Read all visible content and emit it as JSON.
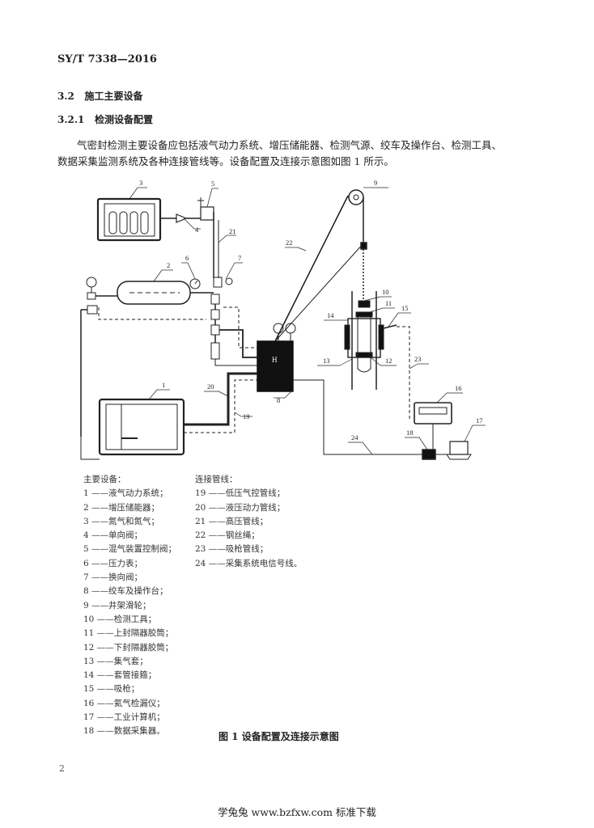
{
  "header": {
    "code": "SY/T 7338—2016"
  },
  "section": {
    "number": "3.2",
    "title": "施工主要设备"
  },
  "subsection": {
    "number": "3.2.1",
    "title": "检测设备配置"
  },
  "paragraph": {
    "line1": "气密封检测主要设备应包括液气动力系统、增压储能器、检测气源、绞车及操作台、检测工具、",
    "line2": "数据采集监测系统及各种连接管线等。设备配置及连接示意图如图 1 所示。"
  },
  "figure": {
    "callouts": [
      "1",
      "2",
      "3",
      "4",
      "5",
      "6",
      "7",
      "8",
      "9",
      "10",
      "11",
      "12",
      "13",
      "14",
      "15",
      "16",
      "17",
      "18",
      "19",
      "20",
      "21",
      "22",
      "23",
      "24"
    ],
    "panel_label": "H",
    "caption": "图 1   设备配置及连接示意图"
  },
  "legend_equipment": {
    "title": "主要设备：",
    "items": [
      "1 ——液气动力系统；",
      "2 ——增压储能器；",
      "3 ——氮气和氮气；",
      "4 ——单向阀；",
      "5 ——混气装置控制阀；",
      "6 ——压力表；",
      "7 ——换向阀；",
      "8 ——绞车及操作台；",
      "9 ——井架滑轮；",
      "10 ——检测工具；",
      "11 ——上封隔器胶筒；",
      "12 ——下封隔器胶筒；",
      "13 ——集气套；",
      "14 ——套管接箍；",
      "15 ——吸枪；",
      "16 ——氦气检漏仪；",
      "17 ——工业计算机；",
      "18 ——数据采集器。"
    ]
  },
  "legend_lines": {
    "title": "连接管线：",
    "items": [
      "19 ——低压气控管线；",
      "20 ——液压动力管线；",
      "21 ——高压管线；",
      "22 ——钢丝绳；",
      "23 ——吸枪管线；",
      "24 ——采集系统电信号线。"
    ]
  },
  "page_number": "2",
  "footer": {
    "text": "学兔兔 www.bzfxw.com 标准下载"
  }
}
